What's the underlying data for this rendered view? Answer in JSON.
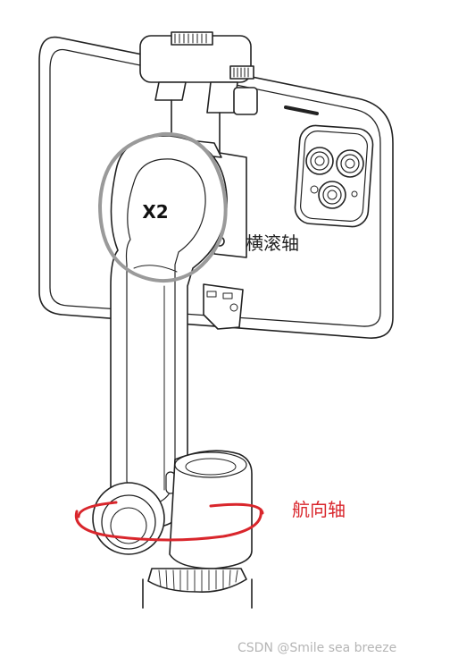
{
  "labels": {
    "device_text": "X2",
    "roll_axis": "横滚轴",
    "yaw_axis": "航向轴",
    "watermark": "CSDN @Smile sea breeze"
  },
  "colors": {
    "line": "#222222",
    "roll_highlight": "#9a9a9a",
    "yaw_highlight": "#d9262c",
    "roll_text": "#222222",
    "yaw_text": "#d9262c",
    "watermark_text": "#b5b5b5"
  }
}
